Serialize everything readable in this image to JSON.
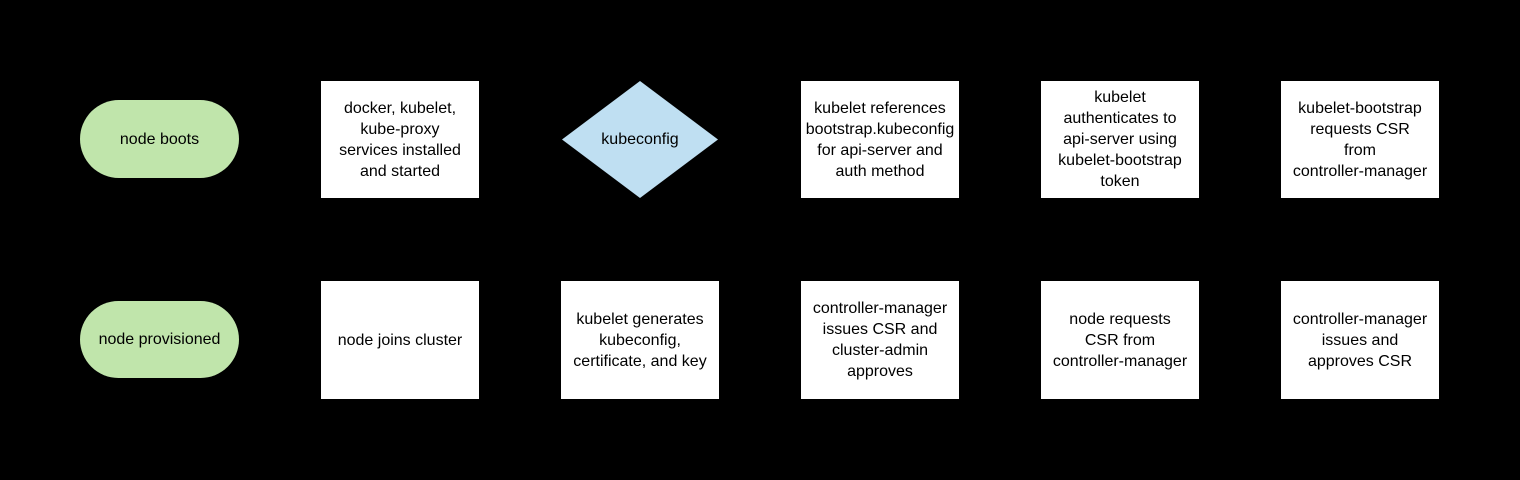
{
  "colors": {
    "background": "#000000",
    "terminator_fill": "#c0e5ab",
    "process_fill": "#ffffff",
    "decision_fill": "#bfdff2",
    "text": "#000000"
  },
  "nodes": [
    {
      "id": "node-boots",
      "shape": "terminator",
      "label": "node boots"
    },
    {
      "id": "services-installed",
      "shape": "process",
      "label": "docker, kubelet,\nkube-proxy\nservices installed\nand started"
    },
    {
      "id": "kubeconfig",
      "shape": "decision",
      "label": "kubeconfig"
    },
    {
      "id": "kubelet-references-bootstrap",
      "shape": "process",
      "label": "kubelet references\nbootstrap.kubeconfig\nfor api-server and\nauth method"
    },
    {
      "id": "kubelet-authenticates",
      "shape": "process",
      "label": "kubelet\nauthenticates to\napi-server using\nkubelet-bootstrap\ntoken"
    },
    {
      "id": "kubelet-bootstrap-requests-csr",
      "shape": "process",
      "label": "kubelet-bootstrap\nrequests CSR\nfrom\ncontroller-manager"
    },
    {
      "id": "node-provisioned",
      "shape": "terminator",
      "label": "node provisioned"
    },
    {
      "id": "node-joins-cluster",
      "shape": "process",
      "label": "node joins cluster"
    },
    {
      "id": "kubelet-generates-kubeconfig",
      "shape": "process",
      "label": "kubelet generates\nkubeconfig,\ncertificate, and key"
    },
    {
      "id": "controller-manager-issues-csr",
      "shape": "process",
      "label": "controller-manager\nissues CSR and\ncluster-admin\napproves"
    },
    {
      "id": "node-requests-csr",
      "shape": "process",
      "label": "node requests\nCSR from\ncontroller-manager"
    },
    {
      "id": "controller-manager-approves-csr",
      "shape": "process",
      "label": "controller-manager\nissues and\napproves CSR"
    }
  ]
}
